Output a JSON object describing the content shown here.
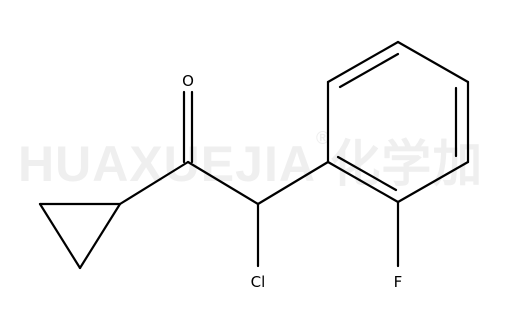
{
  "watermark": {
    "text": "HUAXUEJIA",
    "registered": "®",
    "cn": "化学加"
  },
  "atoms": {
    "oxygen": "O",
    "chlorine": "Cl",
    "fluorine": "F"
  },
  "colors": {
    "bond": "#000000",
    "watermark": "#efefef"
  }
}
